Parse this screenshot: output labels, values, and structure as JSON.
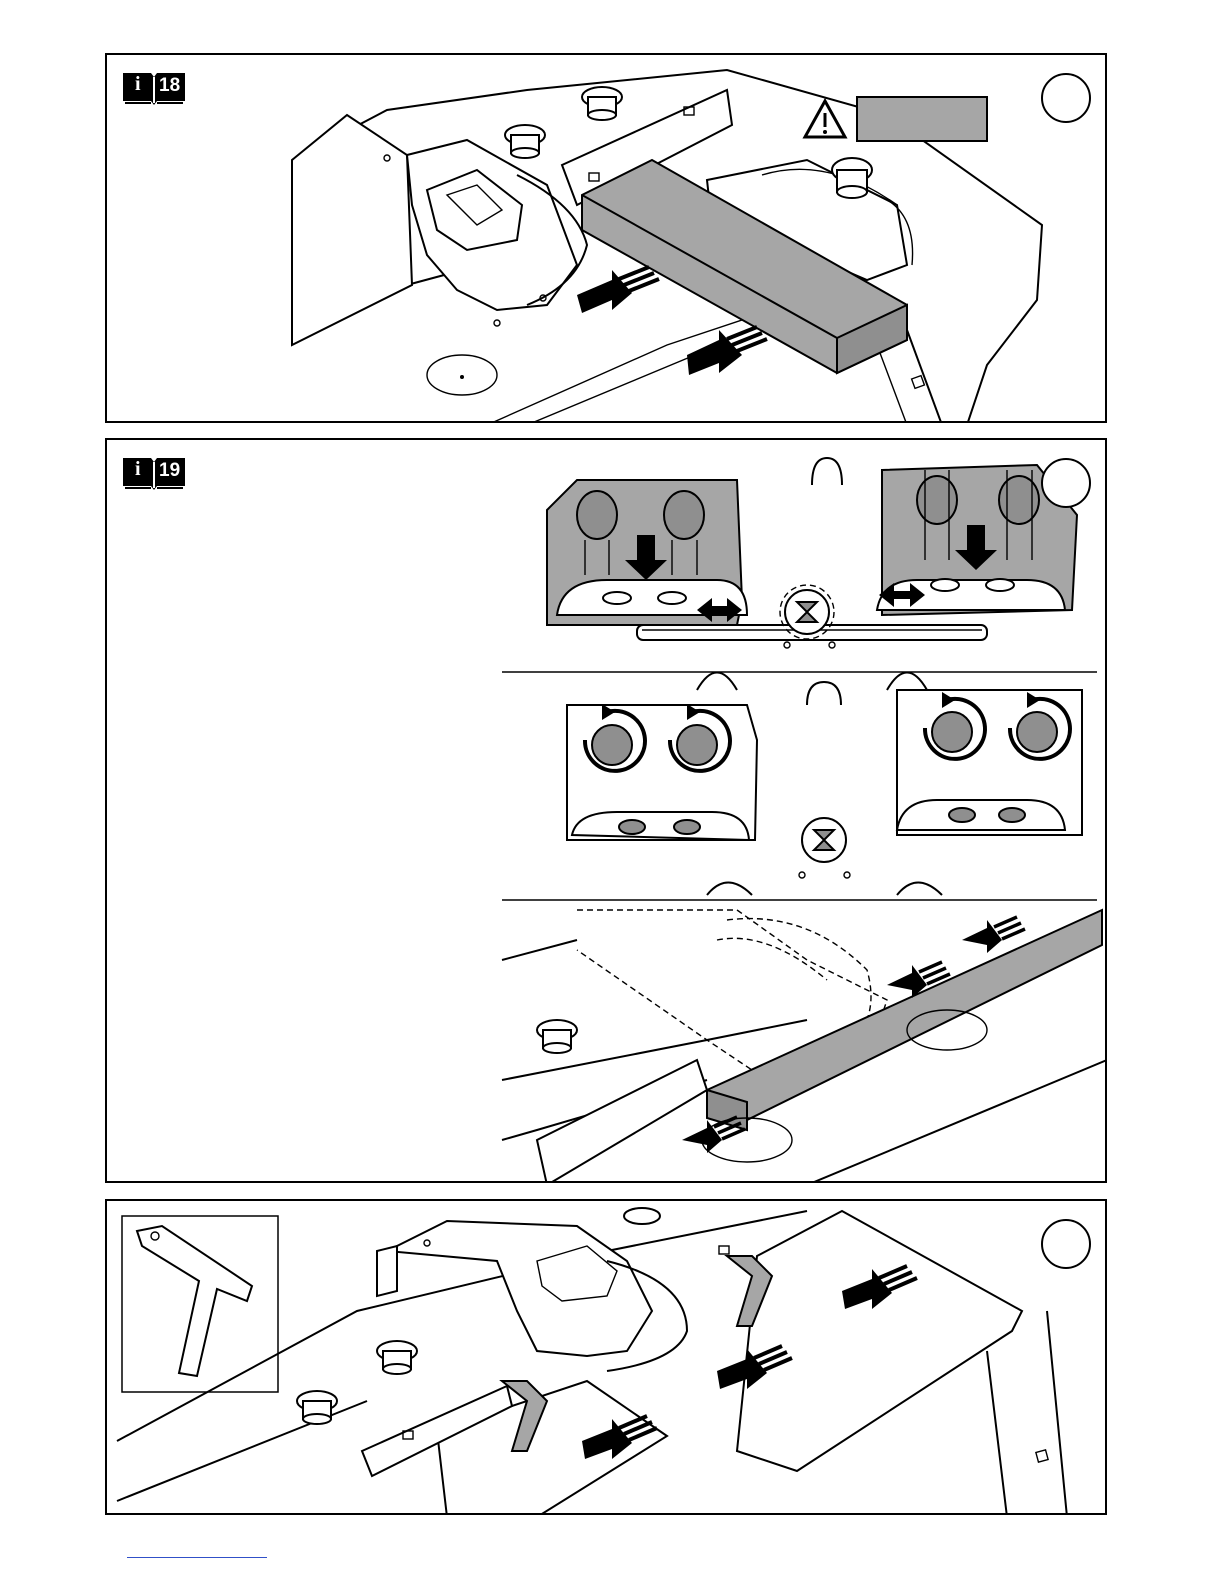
{
  "panels": [
    {
      "id": "panel1",
      "section_number": "18"
    },
    {
      "id": "panel2",
      "section_number": "19"
    },
    {
      "id": "panel3",
      "section_number": ""
    }
  ],
  "badge_letter": "i",
  "icons": {
    "manual": "book-info-icon",
    "warning": "warning-triangle-icon",
    "arrow": "motion-arrow-icon",
    "rotate": "rotate-arrow-icon"
  },
  "colors": {
    "workpiece_grey": "#a6a6a6",
    "line": "#000000",
    "link_underline": "#3050c8"
  }
}
